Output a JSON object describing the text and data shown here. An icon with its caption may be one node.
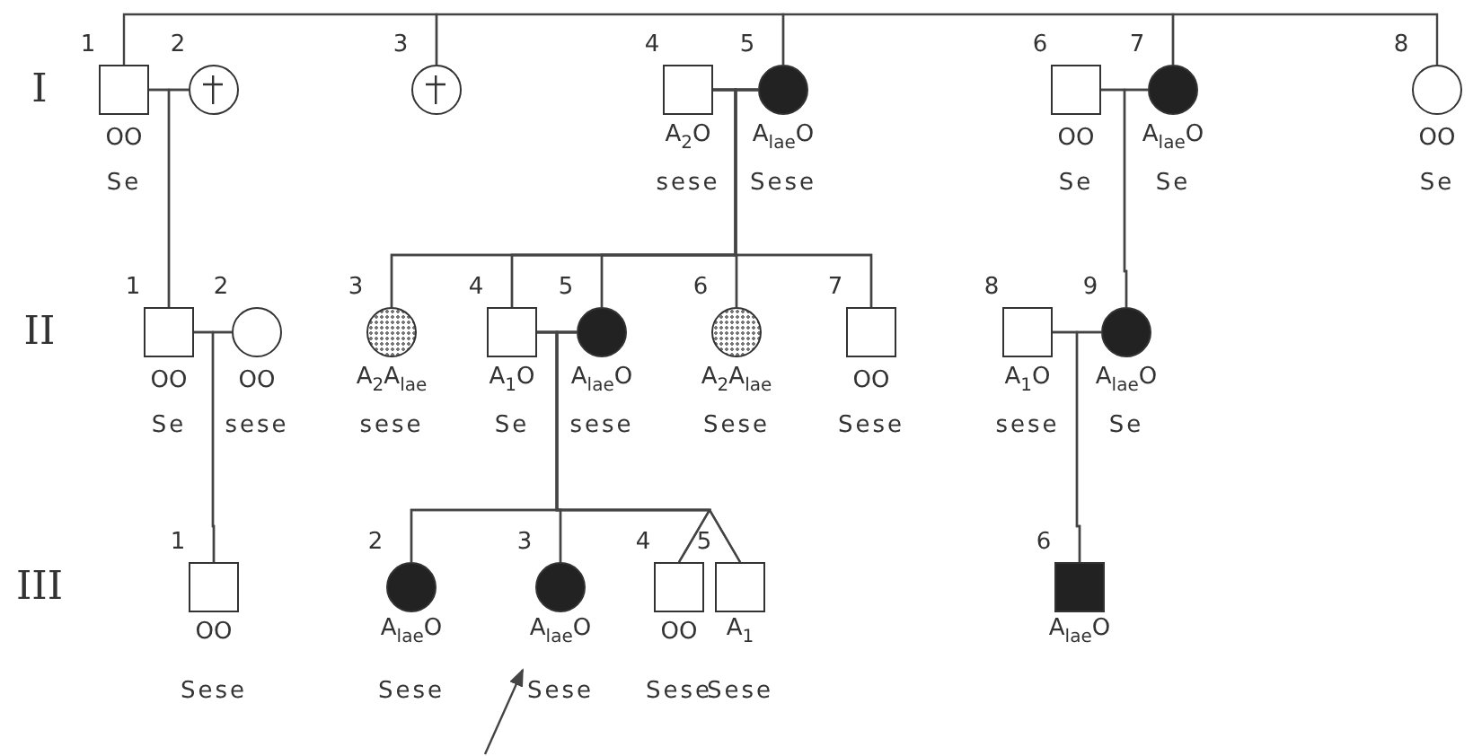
{
  "diagram": {
    "nodes": [
      {
        "text": [
          "1",
          "OO",
          "Se"
        ]
      },
      {
        "text": [
          "2"
        ]
      },
      {
        "text": [
          "3"
        ]
      },
      {
        "text": [
          "4",
          "A$_{2}$O",
          "sese"
        ]
      },
      {
        "text": [
          "5",
          "A$_{lae}$O",
          "Sese"
        ]
      },
      {
        "text": [
          "6",
          "OO",
          "Se"
        ]
      },
      {
        "text": [
          "7",
          "A$_{lae}$O",
          "Se"
        ]
      },
      {
        "text": [
          "8",
          "OO",
          "Se"
        ]
      },
      {
        "text": [
          "1",
          "OO",
          "Se"
        ]
      },
      {
        "text": [
          "2",
          "OO",
          "sese"
        ]
      },
      {
        "text": [
          "3",
          "A$_{2}$A$_{lae}$",
          "sese"
        ]
      },
      {
        "text": [
          "4",
          "A$_{1}$O",
          "Se"
        ]
      },
      {
        "text": [
          "5",
          "A$_{lae}$O",
          "sese"
        ]
      },
      {
        "text": [
          "6",
          "A$_{2}$A$_{lae}$",
          "Sese"
        ]
      },
      {
        "text": [
          "7",
          "OO",
          "Sese"
        ]
      },
      {
        "text": [
          "8",
          "A$_{1}$O",
          "sese"
        ]
      },
      {
        "text": [
          "9",
          "A$_{lae}$O",
          "Se"
        ]
      },
      {
        "text": [
          "1",
          "OO",
          "Sese"
        ]
      },
      {
        "text": [
          "2",
          "A$_{lae}$O",
          "Sese"
        ]
      },
      {
        "text": [
          "3",
          "A$_{lae}$O",
          "Sese"
        ]
      },
      {
        "text": [
          "4",
          "OO",
          "Sese"
        ]
      },
      {
        "text": [
          "5",
          "A$_{1}$",
          "Sese"
        ]
      },
      {
        "text": [
          "6",
          "A$_{lae}$O"
        ]
      }
    ],
    "edges": [
      {
        "from": 0,
        "to": 2,
        "arrow": "none"
      },
      {
        "from": 2,
        "to": 4,
        "arrow": "none"
      },
      {
        "from": 4,
        "to": 6,
        "arrow": "none"
      },
      {
        "from": 6,
        "to": 7,
        "arrow": "none"
      },
      {
        "from": 0,
        "to": 1,
        "arrow": "none"
      },
      {
        "from": 3,
        "to": 4,
        "arrow": "none"
      },
      {
        "from": 5,
        "to": 6,
        "arrow": "none"
      },
      {
        "from": 8,
        "to": 9,
        "arrow": "none"
      },
      {
        "from": 11,
        "to": 12,
        "arrow": "none"
      },
      {
        "from": 15,
        "to": 16,
        "arrow": "none"
      },
      {
        "from": 0,
        "to": 8,
        "arrow": "none"
      },
      {
        "from": 1,
        "to": 8,
        "arrow": "none"
      },
      {
        "from": 3,
        "to": 10,
        "arrow": "none"
      },
      {
        "from": 3,
        "to": 11,
        "arrow": "none"
      },
      {
        "from": 3,
        "to": 12,
        "arrow": "none"
      },
      {
        "from": 3,
        "to": 13,
        "arrow": "none"
      },
      {
        "from": 3,
        "to": 14,
        "arrow": "none"
      },
      {
        "from": 4,
        "to": 10,
        "arrow": "none"
      },
      {
        "from": 4,
        "to": 11,
        "arrow": "none"
      },
      {
        "from": 4,
        "to": 12,
        "arrow": "none"
      },
      {
        "from": 4,
        "to": 13,
        "arrow": "none"
      },
      {
        "from": 4,
        "to": 14,
        "arrow": "none"
      },
      {
        "from": 5,
        "to": 16,
        "arrow": "none"
      },
      {
        "from": 6,
        "to": 16,
        "arrow": "none"
      },
      {
        "from": 8,
        "to": 17,
        "arrow": "none"
      },
      {
        "from": 9,
        "to": 17,
        "arrow": "none"
      },
      {
        "from": 11,
        "to": 18,
        "arrow": "none"
      },
      {
        "from": 11,
        "to": 19,
        "arrow": "none"
      },
      {
        "from": 11,
        "to": 20,
        "arrow": "none"
      },
      {
        "from": 11,
        "to": 21,
        "arrow": "none"
      },
      {
        "from": 12,
        "to": 18,
        "arrow": "none"
      },
      {
        "from": 12,
        "to": 19,
        "arrow": "none"
      },
      {
        "from": 12,
        "to": 20,
        "arrow": "none"
      },
      {
        "from": 12,
        "to": 21,
        "arrow": "none"
      },
      {
        "from": 15,
        "to": 22,
        "arrow": "none"
      },
      {
        "from": 16,
        "to": 22,
        "arrow": "none"
      },
      {
        "from": null,
        "to": 19,
        "arrow": "to"
      }
    ],
    "labels": [
      "I",
      "II",
      "III"
    ]
  }
}
